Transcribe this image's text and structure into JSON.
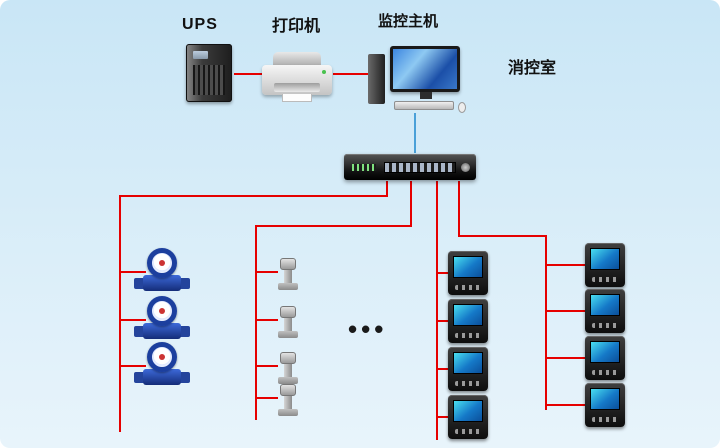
{
  "labels": {
    "ups": "UPS",
    "printer": "打印机",
    "host": "监控主机",
    "room": "消控室",
    "ellipsis": "•••"
  },
  "colors": {
    "line_red": "#e60000",
    "line_blue": "#4aa0d8",
    "bg_top": "#c9e6f6",
    "bg_bottom": "#e8f4fb"
  }
}
